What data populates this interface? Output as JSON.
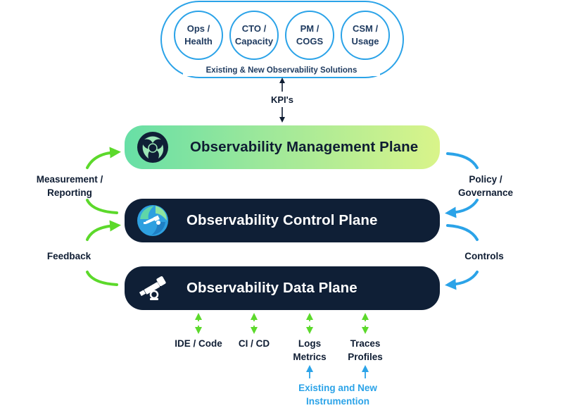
{
  "solutions": {
    "caption": "Existing & New Observability Solutions",
    "circles": [
      {
        "line1": "Ops /",
        "line2": "Health"
      },
      {
        "line1": "CTO /",
        "line2": "Capacity"
      },
      {
        "line1": "PM /",
        "line2": "COGS"
      },
      {
        "line1": "CSM /",
        "line2": "Usage"
      }
    ]
  },
  "kpis_label": "KPI's",
  "planes": {
    "management": "Observability Management Plane",
    "control": "Observability Control Plane",
    "data": "Observability Data Plane"
  },
  "left_labels": {
    "measurement_line1": "Measurement /",
    "measurement_line2": "Reporting",
    "feedback": "Feedback"
  },
  "right_labels": {
    "policy_line1": "Policy /",
    "policy_line2": "Governance",
    "controls": "Controls"
  },
  "bottom": {
    "ide": "IDE / Code",
    "cicd": "CI / CD",
    "logs": "Logs",
    "metrics": "Metrics",
    "traces": "Traces",
    "profiles": "Profiles",
    "instrumentation_line1": "Existing and New",
    "instrumentation_line2": "Instrumention"
  },
  "colors": {
    "navy": "#0f1f36",
    "green": "#5cd92b",
    "blue": "#2ba3e8",
    "mgmt_gradient_start": "#67dfa6",
    "mgmt_gradient_end": "#d9f48a"
  }
}
